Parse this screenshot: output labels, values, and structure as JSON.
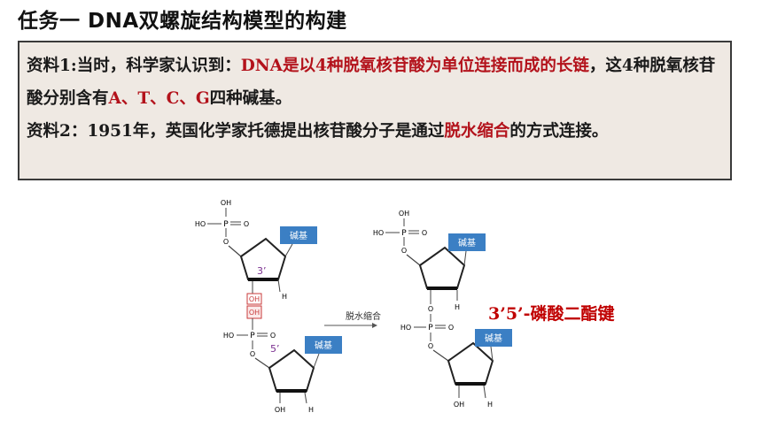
{
  "title": "任务一  DNA双螺旋结构模型的构建",
  "material1": {
    "prefix": "资料1:当时，科学家认识到：",
    "highlight1": "DNA是以4种脱氧核苷酸为单位连接而成的长链",
    "middle": "，这4种脱氧核苷酸分别含有",
    "highlight2": "A、T、C、G",
    "suffix": "四种碱基。"
  },
  "material2": {
    "prefix": "资料2：1951年，英国化学家托德提出核苷酸分子是通过",
    "highlight": "脱水缩合",
    "suffix": "的方式连接。"
  },
  "diagram": {
    "base_label": "碱基",
    "oh": "OH",
    "ho": "HO",
    "h": "H",
    "o": "O",
    "p": "P",
    "label_3prime": "3’",
    "label_5prime": "5’",
    "arrow_label": "脱水缩合",
    "bond_label": "3’5’-磷酸二酯键"
  }
}
